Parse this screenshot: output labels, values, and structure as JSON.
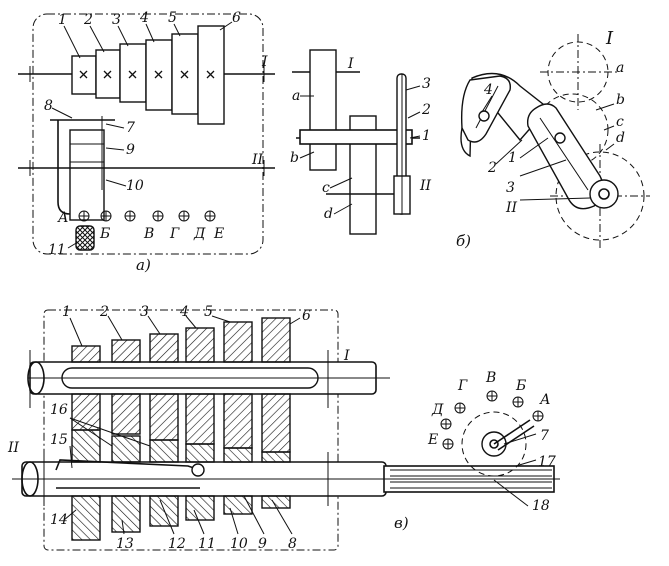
{
  "figure": {
    "panel_a": {
      "caption": "а)",
      "gear_numbers": [
        "1",
        "2",
        "3",
        "4",
        "5",
        "6"
      ],
      "shaft_labels": [
        "I",
        "II"
      ],
      "part_numbers": [
        "8",
        "7",
        "9",
        "10",
        "11"
      ],
      "positions": [
        "А",
        "Б",
        "В",
        "Г",
        "Д",
        "Е"
      ]
    },
    "panel_b": {
      "caption": "б)",
      "gear_letters": [
        "a",
        "b",
        "c",
        "d"
      ],
      "part_numbers": [
        "3",
        "2",
        "1"
      ],
      "shaft_labels": [
        "I",
        "II"
      ]
    },
    "panel_b2": {
      "title": "I",
      "gear_letters": [
        "a",
        "b",
        "c",
        "d"
      ],
      "part_numbers": [
        "4",
        "2",
        "1",
        "3"
      ],
      "shaft_label": "II"
    },
    "panel_c": {
      "caption": "в)",
      "gear_numbers": [
        "1",
        "2",
        "3",
        "4",
        "5",
        "6"
      ],
      "shaft_labels": [
        "I",
        "II"
      ],
      "part_numbers_left": [
        "16",
        "15",
        "14"
      ],
      "part_numbers_bottom": [
        "13",
        "12",
        "11",
        "10",
        "9",
        "8"
      ],
      "positions": [
        "Г",
        "В",
        "Б",
        "А",
        "Д",
        "Е"
      ],
      "part_numbers_right": [
        "7",
        "17",
        "18"
      ]
    }
  }
}
